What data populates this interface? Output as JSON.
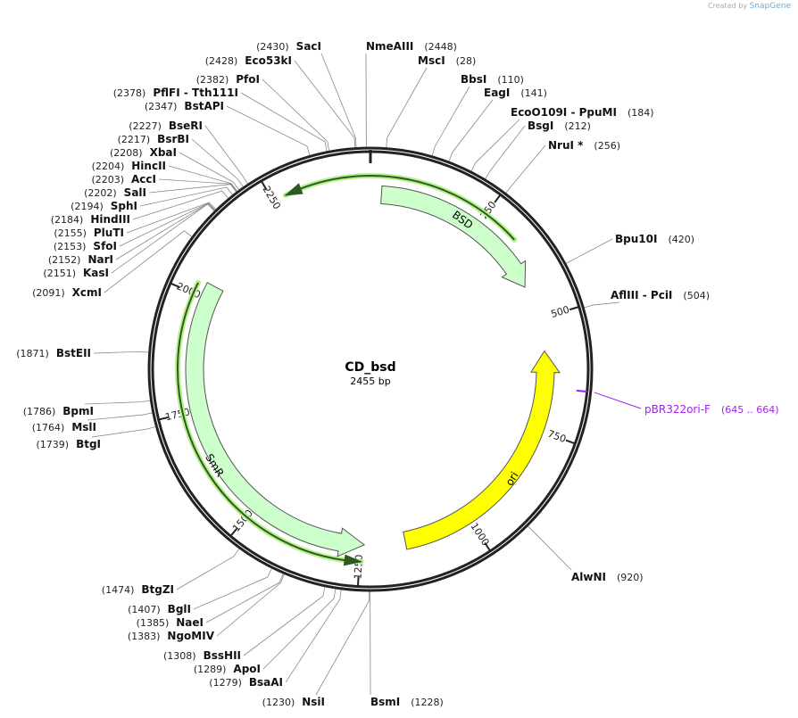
{
  "logo": {
    "created_by": "Created by",
    "brand": "SnapGene"
  },
  "plasmid": {
    "name": "CD_bsd",
    "length_label": "2455 bp",
    "length": 2455
  },
  "ticks": [
    "250",
    "500",
    "750",
    "1000",
    "1250",
    "1500",
    "1750",
    "2000",
    "2250"
  ],
  "features": [
    {
      "name": "BSD",
      "color": "#ccffcc",
      "direction": "forward"
    },
    {
      "name": "ori",
      "color": "#ffff00",
      "direction": "reverse"
    },
    {
      "name": "SmR",
      "color": "#ccffcc",
      "direction": "reverse"
    }
  ],
  "primer": {
    "name": "pBR322ori-F",
    "range": "(645 .. 664)",
    "color": "#a020f0"
  },
  "enzymes": [
    {
      "name": "SacI",
      "pos": "(2430)",
      "bp": 2430
    },
    {
      "name": "Eco53kI",
      "pos": "(2428)",
      "bp": 2428
    },
    {
      "name": "PfoI",
      "pos": "(2382)",
      "bp": 2382
    },
    {
      "name": "PflFI  - Tth111I",
      "pos": "(2378)",
      "bp": 2378
    },
    {
      "name": "BstAPI",
      "pos": "(2347)",
      "bp": 2347
    },
    {
      "name": "BseRI",
      "pos": "(2227)",
      "bp": 2227
    },
    {
      "name": "BsrBI",
      "pos": "(2217)",
      "bp": 2217
    },
    {
      "name": "XbaI",
      "pos": "(2208)",
      "bp": 2208
    },
    {
      "name": "HincII",
      "pos": "(2204)",
      "bp": 2204
    },
    {
      "name": "AccI",
      "pos": "(2203)",
      "bp": 2203
    },
    {
      "name": "SalI",
      "pos": "(2202)",
      "bp": 2202
    },
    {
      "name": "SphI",
      "pos": "(2194)",
      "bp": 2194
    },
    {
      "name": "HindIII",
      "pos": "(2184)",
      "bp": 2184
    },
    {
      "name": "PluTI",
      "pos": "(2155)",
      "bp": 2155
    },
    {
      "name": "SfoI",
      "pos": "(2153)",
      "bp": 2153
    },
    {
      "name": "NarI",
      "pos": "(2152)",
      "bp": 2152
    },
    {
      "name": "KasI",
      "pos": "(2151)",
      "bp": 2151
    },
    {
      "name": "XcmI",
      "pos": "(2091)",
      "bp": 2091
    },
    {
      "name": "BstEII",
      "pos": "(1871)",
      "bp": 1871
    },
    {
      "name": "BpmI",
      "pos": "(1786)",
      "bp": 1786
    },
    {
      "name": "MslI",
      "pos": "(1764)",
      "bp": 1764
    },
    {
      "name": "BtgI",
      "pos": "(1739)",
      "bp": 1739
    },
    {
      "name": "BtgZI",
      "pos": "(1474)",
      "bp": 1474
    },
    {
      "name": "BglI",
      "pos": "(1407)",
      "bp": 1407
    },
    {
      "name": "NaeI",
      "pos": "(1385)",
      "bp": 1385
    },
    {
      "name": "NgoMIV",
      "pos": "(1383)",
      "bp": 1383
    },
    {
      "name": "BssHII",
      "pos": "(1308)",
      "bp": 1308
    },
    {
      "name": "ApoI",
      "pos": "(1289)",
      "bp": 1289
    },
    {
      "name": "BsaAI",
      "pos": "(1279)",
      "bp": 1279
    },
    {
      "name": "NsiI",
      "pos": "(1230)",
      "bp": 1230
    },
    {
      "name": "NmeAIII",
      "pos": "(2448)",
      "bp": 2448
    },
    {
      "name": "MscI",
      "pos": "(28)",
      "bp": 28
    },
    {
      "name": "BbsI",
      "pos": "(110)",
      "bp": 110
    },
    {
      "name": "EagI",
      "pos": "(141)",
      "bp": 141
    },
    {
      "name": "EcoO109I  - PpuMI",
      "pos": "(184)",
      "bp": 184
    },
    {
      "name": "BsgI",
      "pos": "(212)",
      "bp": 212
    },
    {
      "name": "NruI *",
      "pos": "(256)",
      "bp": 256
    },
    {
      "name": "Bpu10I",
      "pos": "(420)",
      "bp": 420
    },
    {
      "name": "AflIII  - PciI",
      "pos": "(504)",
      "bp": 504
    },
    {
      "name": "AlwNI",
      "pos": "(920)",
      "bp": 920
    },
    {
      "name": "BsmI",
      "pos": "(1228)",
      "bp": 1228
    }
  ]
}
